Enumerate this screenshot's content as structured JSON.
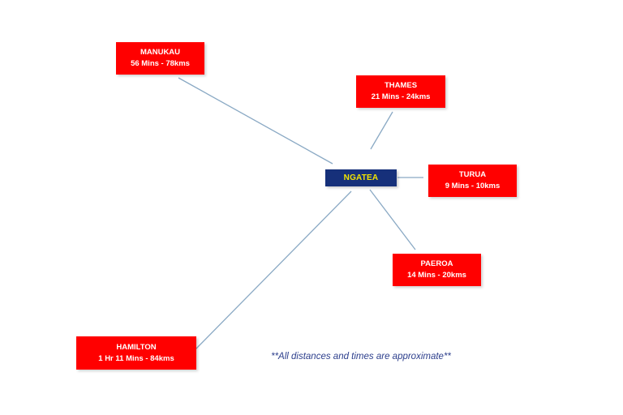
{
  "hub": {
    "name": "NGATEA"
  },
  "places": [
    {
      "id": "manukau",
      "name": "MANUKAU",
      "detail": "56 Mins - 78kms"
    },
    {
      "id": "thames",
      "name": "THAMES",
      "detail": "21 Mins - 24kms"
    },
    {
      "id": "turua",
      "name": "TURUA",
      "detail": "9 Mins - 10kms"
    },
    {
      "id": "paeroa",
      "name": "PAEROA",
      "detail": "14 Mins - 20kms"
    },
    {
      "id": "hamilton",
      "name": "HAMILTON",
      "detail": "1 Hr 11 Mins - 84kms"
    }
  ],
  "footnote": "**All distances and times are approximate**",
  "colors": {
    "place_fill": "#ff0000",
    "place_text": "#ffffff",
    "hub_fill": "#16307a",
    "hub_text": "#f3e600",
    "connector": "#8aa9c4",
    "footnote_text": "#2c3e8c"
  }
}
